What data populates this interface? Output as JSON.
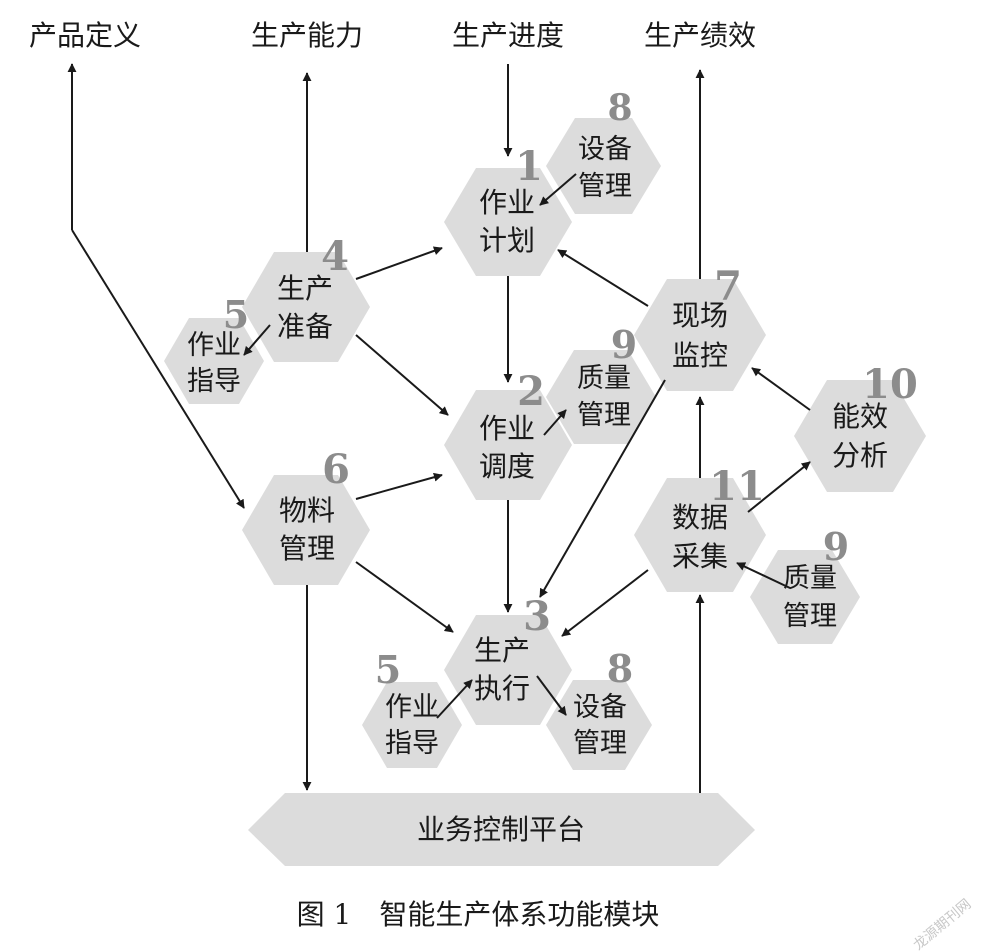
{
  "colors": {
    "node_fill": "#dcdcdc",
    "number": "#8c8c8c",
    "ink": "#1a1a1a",
    "watermark": "#c8c8c8"
  },
  "top_labels": {
    "product_definition": "产品定义",
    "capacity": "生产能力",
    "progress": "生产进度",
    "performance": "生产绩效"
  },
  "nodes": {
    "n1": {
      "num": "1",
      "l1": "作业",
      "l2": "计划"
    },
    "n2": {
      "num": "2",
      "l1": "作业",
      "l2": "调度"
    },
    "n3": {
      "num": "3",
      "l1": "生产",
      "l2": "执行"
    },
    "n4": {
      "num": "4",
      "l1": "生产",
      "l2": "准备"
    },
    "n5a": {
      "num": "5",
      "l1": "作业",
      "l2": "指导"
    },
    "n5b": {
      "num": "5",
      "l1": "作业",
      "l2": "指导"
    },
    "n6": {
      "num": "6",
      "l1": "物料",
      "l2": "管理"
    },
    "n7": {
      "num": "7",
      "l1": "现场",
      "l2": "监控"
    },
    "n8a": {
      "num": "8",
      "l1": "设备",
      "l2": "管理"
    },
    "n8b": {
      "num": "8",
      "l1": "设备",
      "l2": "管理"
    },
    "n9a": {
      "num": "9",
      "l1": "质量",
      "l2": "管理"
    },
    "n9b": {
      "num": "9",
      "l1": "质量",
      "l2": "管理"
    },
    "n10": {
      "num": "10",
      "l1": "能效",
      "l2": "分析"
    },
    "n11": {
      "num": "11",
      "l1": "数据",
      "l2": "采集"
    }
  },
  "platform": "业务控制平台",
  "caption": "图 1　智能生产体系功能模块",
  "watermark": "龙源期刊网"
}
